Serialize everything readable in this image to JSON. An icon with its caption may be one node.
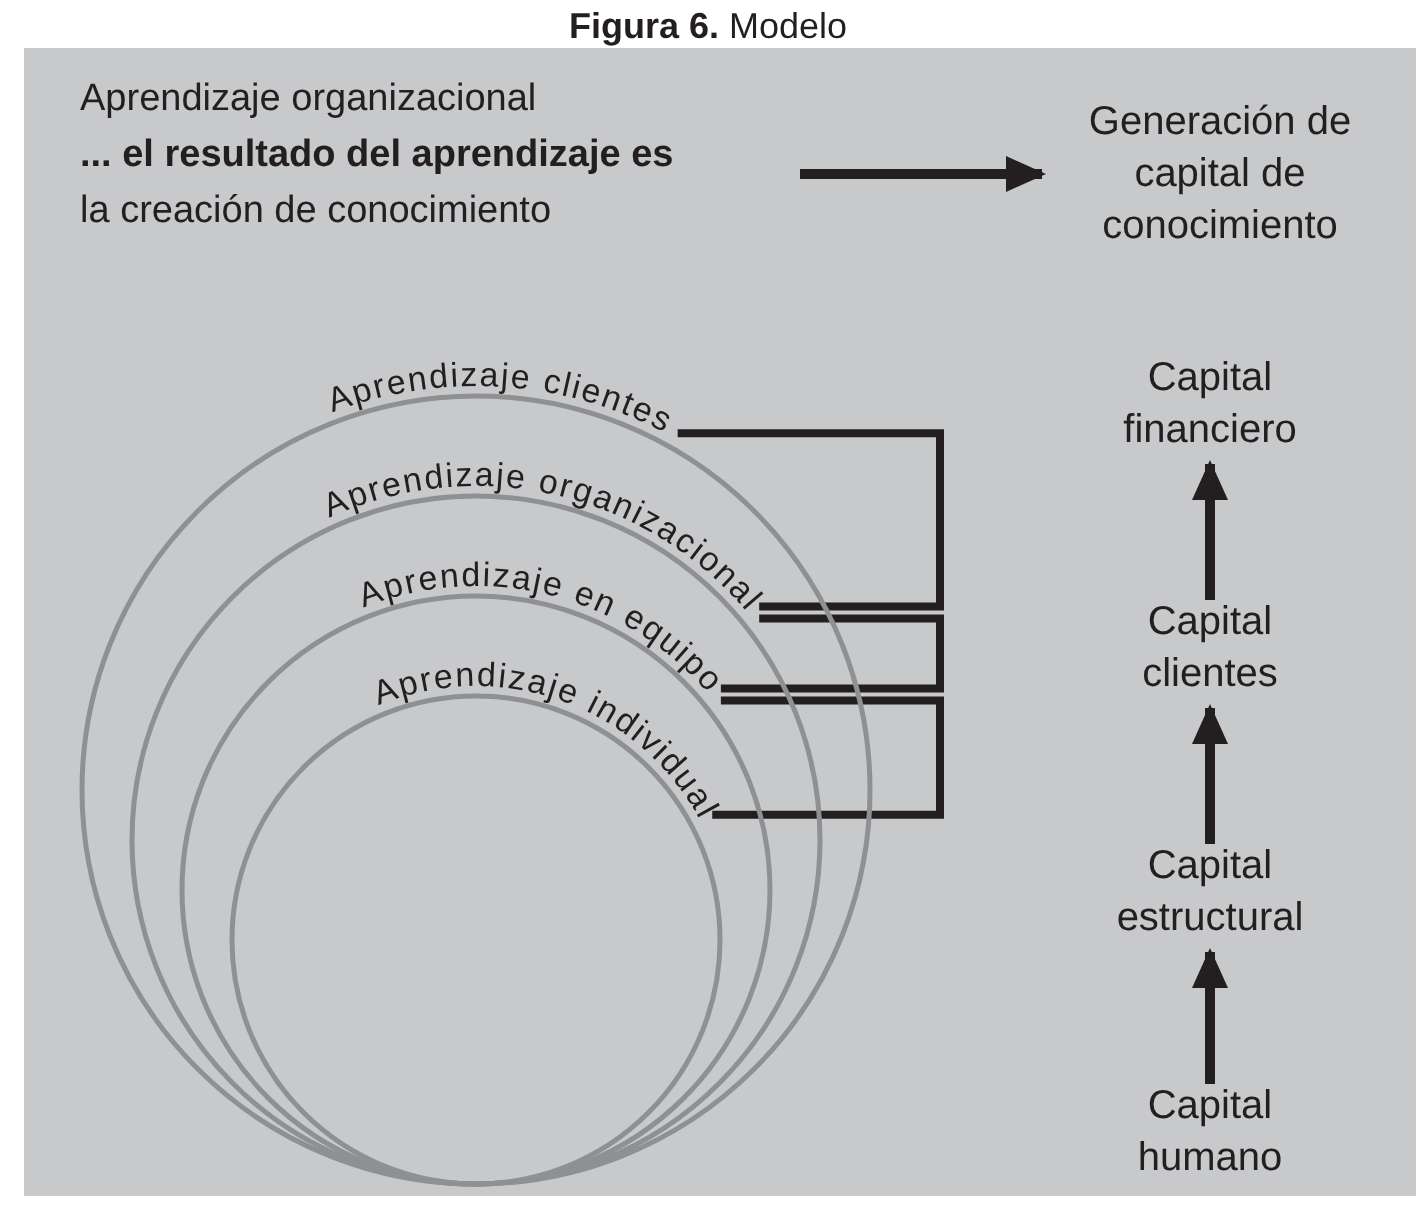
{
  "diagram": {
    "title": "**Figura 6.** Modelo",
    "nodes": [
      {
        "text": [
          "Aprendizaje organizacional **... el resultado del aprendizaje es** la creación de conocimiento"
        ]
      },
      {
        "text": [
          "Generación de capital de conocimiento"
        ]
      },
      {
        "text": [
          "Aprendizaje clientes"
        ]
      },
      {
        "text": [
          "Aprendizaje organizacional"
        ],
        "in": 2
      },
      {
        "text": [
          "Aprendizaje en equipo"
        ],
        "in": 3
      },
      {
        "text": [
          "Aprendizaje individual"
        ],
        "in": 4
      },
      {
        "text": [
          "Capital financiero"
        ]
      },
      {
        "text": [
          "Capital clientes"
        ]
      },
      {
        "text": [
          "Capital estructural"
        ]
      },
      {
        "text": [
          "Capital humano"
        ]
      }
    ],
    "edges": [
      {
        "from": 0,
        "to": 1,
        "arrow": "to"
      },
      {
        "from": 2,
        "to": 3,
        "arrow": "none"
      },
      {
        "from": 3,
        "to": 4,
        "arrow": "none"
      },
      {
        "from": 4,
        "to": 5,
        "arrow": "none"
      },
      {
        "from": 9,
        "to": 8,
        "arrow": "to"
      },
      {
        "from": 8,
        "to": 7,
        "arrow": "to"
      },
      {
        "from": 7,
        "to": 6,
        "arrow": "to"
      }
    ]
  }
}
